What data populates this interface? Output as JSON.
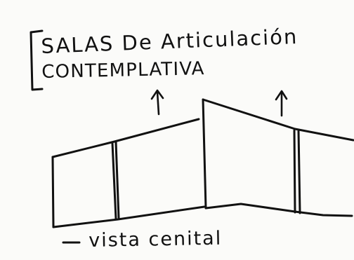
{
  "title": {
    "line1": "SALAS De Articulación",
    "line2": "CONTEMPLATIVA"
  },
  "caption": "vista cenital"
}
